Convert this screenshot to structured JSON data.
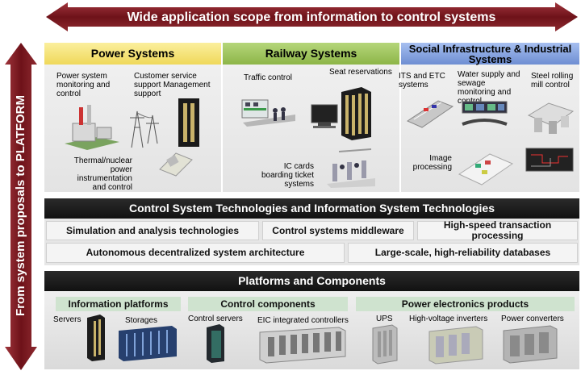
{
  "top_arrow": {
    "text": "Wide application scope from information to control systems",
    "color": "#7a1c22"
  },
  "side_arrow": {
    "text": "From system proposals to PLATFORM",
    "color": "#7a1c22"
  },
  "domains": [
    {
      "title": "Power Systems",
      "color": "#f4e27a",
      "labels": {
        "monitoring": "Power system monitoring and control",
        "customer": "Customer service support Management support",
        "thermal": "Thermal/nuclear power instrumentation and control"
      }
    },
    {
      "title": "Railway Systems",
      "color": "#9cc05a",
      "labels": {
        "traffic": "Traffic control",
        "seat": "Seat reservations",
        "ic": "IC cards boarding ticket systems"
      }
    },
    {
      "title": "Social Infrastructure & Industrial Systems",
      "color": "#7f9fdc",
      "labels": {
        "its": "ITS and ETC systems",
        "water": "Water supply and sewage monitoring and control",
        "steel": "Steel rolling mill control",
        "image": "Image processing"
      }
    }
  ],
  "tech_section": {
    "title": "Control System Technologies and Information System Technologies",
    "items": [
      "Simulation and analysis technologies",
      "Control systems middleware",
      "High-speed transaction processing",
      "Autonomous decentralized system architecture",
      "Large-scale, high-reliability databases"
    ]
  },
  "platform_section": {
    "title": "Platforms and Components",
    "groups": [
      {
        "title": "Information platforms",
        "items": [
          "Servers",
          "Storages"
        ]
      },
      {
        "title": "Control components",
        "items": [
          "Control servers",
          "EIC integrated controllers"
        ]
      },
      {
        "title": "Power electronics products",
        "items": [
          "UPS",
          "High-voltage inverters",
          "Power converters"
        ]
      }
    ]
  },
  "icons": [
    "factory-icon",
    "pylon-icon",
    "server-rack-icon",
    "train-icon",
    "computer-icon",
    "gate-icon",
    "highway-icon",
    "control-room-icon",
    "mill-icon",
    "storage-icon",
    "cabinet-icon"
  ]
}
